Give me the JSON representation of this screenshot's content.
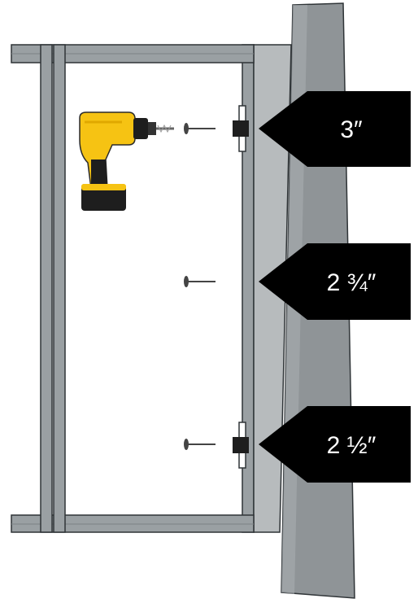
{
  "diagram": {
    "callouts": [
      {
        "text": "3″"
      },
      {
        "text": "2 ¾″"
      },
      {
        "text": "2 ½″"
      }
    ],
    "colors": {
      "post_fill": "#8f9497",
      "post_shade": "#b7bbbd",
      "frame_fill": "#9aa0a3",
      "stroke": "#2f3437",
      "callout_fill": "#000000",
      "drill_body": "#f6c313",
      "drill_dark": "#1e1e1e"
    },
    "icons": [
      "drill-icon",
      "screw-icon",
      "hinge-icon",
      "post-icon",
      "gate-frame-icon"
    ]
  }
}
